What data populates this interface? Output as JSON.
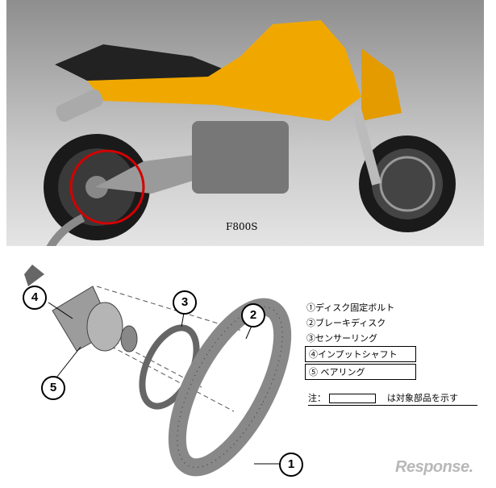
{
  "photo": {
    "caption": "F800S"
  },
  "legend": {
    "items": [
      {
        "label": "①ディスク固定ボルト",
        "boxed": false
      },
      {
        "label": "②ブレーキディスク",
        "boxed": false
      },
      {
        "label": "③センサーリング",
        "boxed": false
      },
      {
        "label": "④インプットシャフト",
        "boxed": true
      },
      {
        "label": "⑤ ベアリング",
        "boxed": true
      }
    ],
    "note_prefix": "注：",
    "note_suffix": "は対象部品を示す"
  },
  "callouts": [
    "1",
    "2",
    "3",
    "4",
    "5"
  ],
  "watermark": "Response."
}
